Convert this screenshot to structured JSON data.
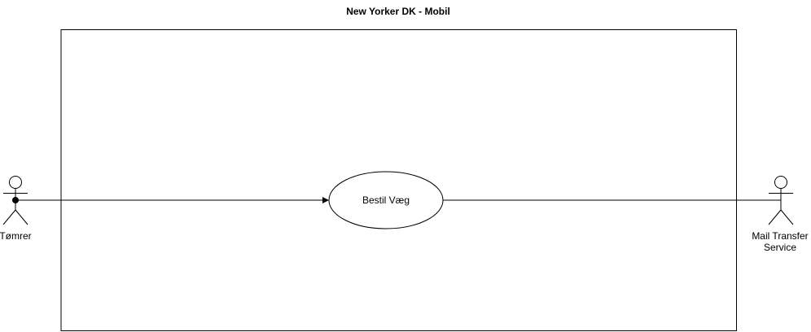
{
  "diagram": {
    "system_title": "New Yorker DK - Mobil",
    "use_case": "Bestil Væg",
    "actors": {
      "left": {
        "name": "Tømrer"
      },
      "right": {
        "name_line1": "Mail Transfer",
        "name_line2": "Service"
      }
    },
    "colors": {
      "stroke": "#000000",
      "background": "#ffffff"
    }
  }
}
